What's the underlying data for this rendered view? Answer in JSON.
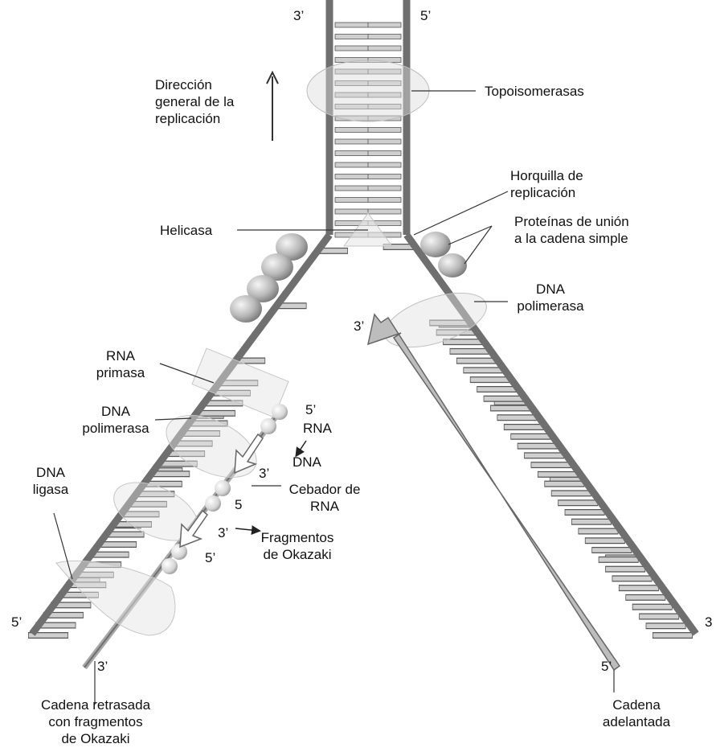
{
  "labels": {
    "top_left_3": "3’",
    "top_right_5": "5’",
    "direction": [
      "Dirección",
      "general de la",
      "replicación"
    ],
    "topoisomerases": "Topoisomerasas",
    "replication_fork": [
      "Horquilla de",
      "replicación"
    ],
    "helicase": "Helicasa",
    "ssb": [
      "Proteínas de unión",
      "a la cadena simple"
    ],
    "dna_pol_leading": [
      "DNA",
      "polimerasa"
    ],
    "leading_3": "3’",
    "rna_primase": [
      "RNA",
      "primasa"
    ],
    "dna_pol_lagging": [
      "DNA",
      "polimerasa"
    ],
    "lag_5_top": "5’",
    "rna": "RNA",
    "dna": "DNA",
    "lag_3_a": "3’",
    "dna_ligase": [
      "DNA",
      "ligasa"
    ],
    "primer": [
      "Cebador de",
      "RNA"
    ],
    "num_5": "5",
    "lag_3_b": "3’",
    "okazaki": [
      "Fragmentos",
      "de Okazaki"
    ],
    "lag_5_bottom": "5’",
    "left_5": "5’",
    "right_3": "3",
    "bottom_left_3": "3’",
    "bottom_right_5": "5’",
    "lagging_strand": [
      "Cadena retrasada",
      "con fragmentos",
      "de Okazaki"
    ],
    "leading_strand": [
      "Cadena",
      "adelantada"
    ]
  },
  "colors": {
    "backbone": "#6f6f6f",
    "backbone_light": "#a7a7a7",
    "rung": "#cfcfcf",
    "rung_stroke": "#555555",
    "enzyme_fill": "#e6e6e6",
    "protein_fill": "#bdbdbd"
  }
}
